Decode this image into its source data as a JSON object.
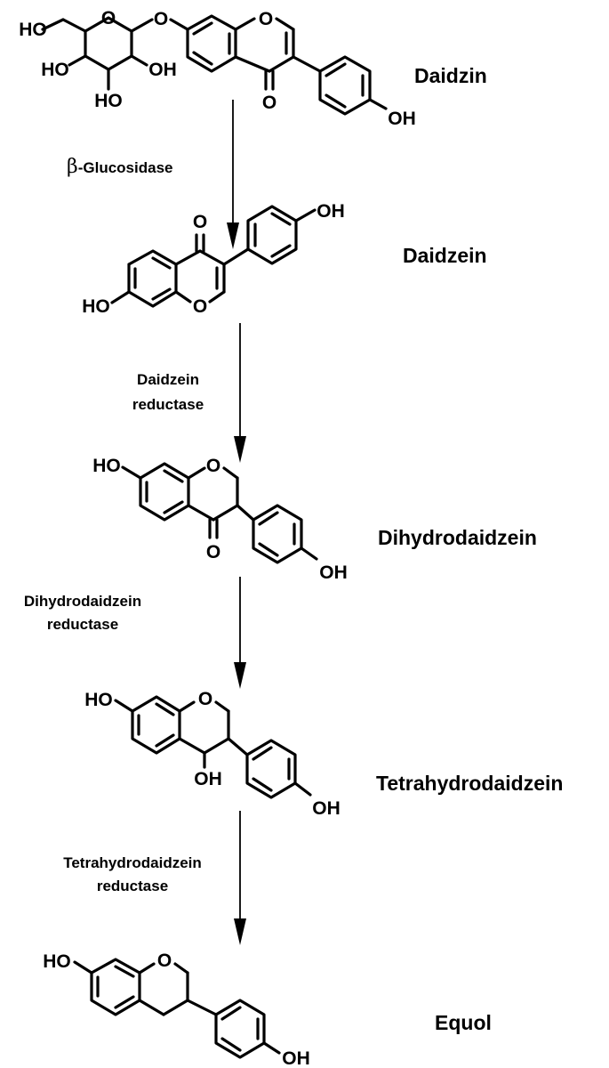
{
  "compounds": {
    "c1": "Daidzin",
    "c2": "Daidzein",
    "c3": "Dihydrodaidzein",
    "c4": "Tetrahydrodaidzein",
    "c5": "Equol"
  },
  "enzymes": {
    "e1_symbol": "β",
    "e1_text": "-Glucosidase",
    "e2_line1": "Daidzein",
    "e2_line2": "reductase",
    "e3_line1": "Dihydrodaidzein",
    "e3_line2": "reductase",
    "e4_line1": "Tetrahydrodaidzein",
    "e4_line2": "reductase"
  },
  "atoms": {
    "O": "O",
    "OH": "OH",
    "HO": "HO"
  }
}
